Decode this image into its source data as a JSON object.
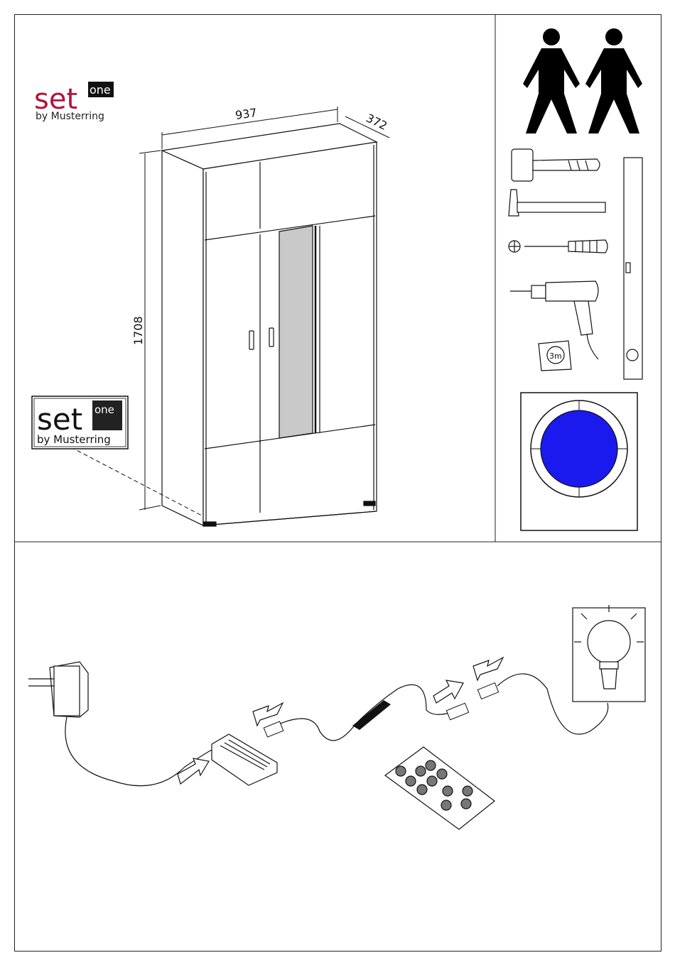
{
  "brand": {
    "word": "set",
    "badge": "one",
    "sub": "by Musterring",
    "accent_color": "#b0153c"
  },
  "dimensions": {
    "width": "937",
    "depth": "372",
    "height": "1708"
  },
  "tools": {
    "persons_required": 2,
    "tape_label": "3m",
    "items": [
      "rubber-mallet-icon",
      "hammer-icon",
      "screwdriver-icon",
      "drill-icon",
      "tape-measure-icon",
      "spirit-level-icon"
    ]
  },
  "finish_swatch": {
    "color": "#1a1aee",
    "ring_color": "#ffffff"
  }
}
